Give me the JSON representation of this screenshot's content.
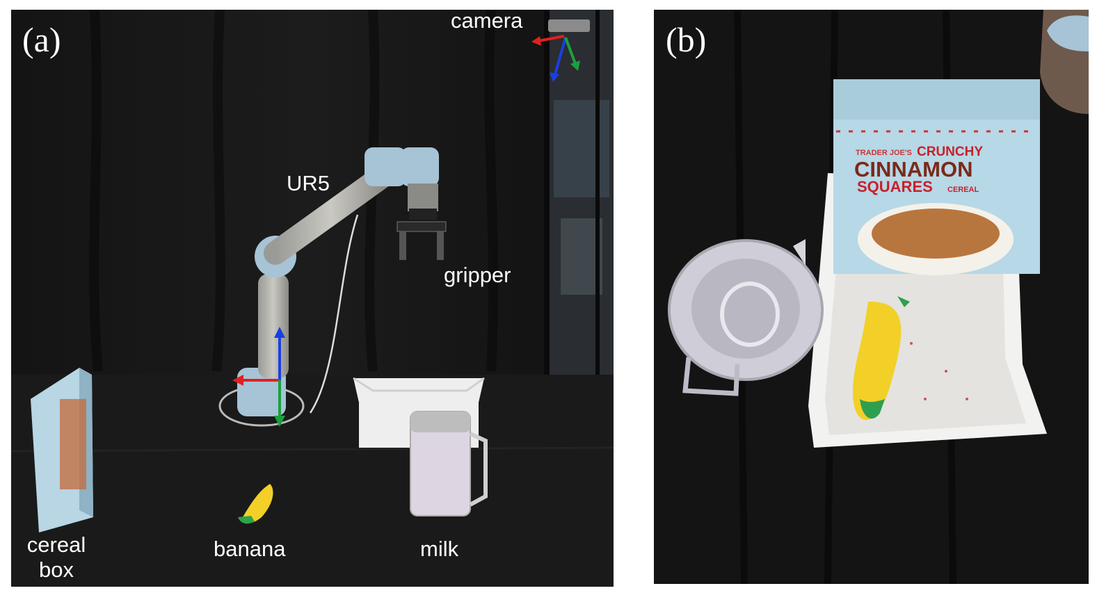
{
  "figure": {
    "panels": [
      {
        "tag": "(a)",
        "labels": {
          "camera": "camera",
          "ur5": "UR5",
          "gripper": "gripper",
          "cereal_line1": "cereal",
          "cereal_line2": "box",
          "banana": "banana",
          "milk": "milk"
        }
      },
      {
        "tag": "(b)",
        "cereal_box_text": {
          "brand": "TRADER JOE'S",
          "line1": "CRUNCHY",
          "line2": "CINNAMON",
          "line3": "SQUARES",
          "line3_suffix": "CEREAL"
        }
      }
    ],
    "axis_colors": {
      "x": "#e02020",
      "y": "#1aa040",
      "z": "#1a3fe0"
    }
  }
}
